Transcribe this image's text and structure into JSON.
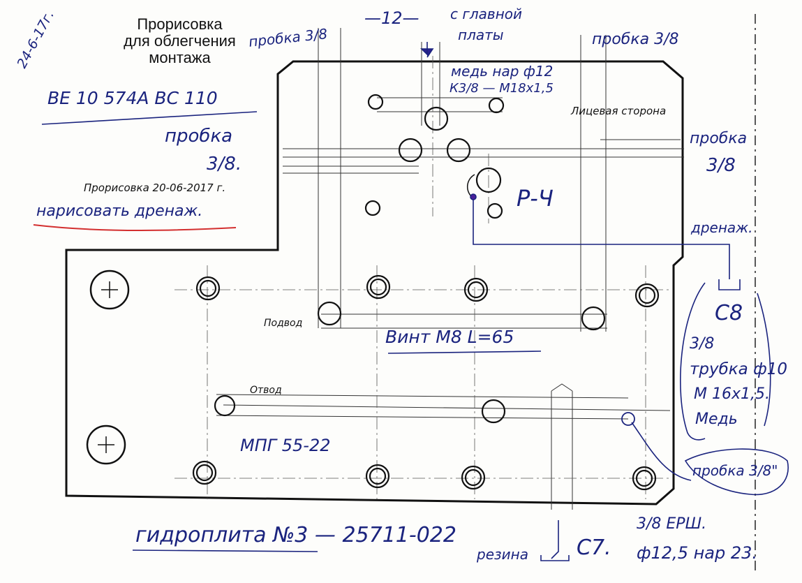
{
  "title_lines": [
    "Прорисовка",
    "для облегчения",
    "монтажа"
  ],
  "date_vertical": "24-6-17г.",
  "part_code": "ВЕ 10 574А ВС 110",
  "plug_left_top": "пробка 3/8",
  "plug_left_mid_1": "пробка",
  "plug_left_mid_2": "3/8.",
  "drawing_date": "Прорисовка 20-06-2017 г.",
  "draw_drain_note": "нарисовать дренаж.",
  "dim_12": "—12—",
  "from_main_plate_1": "с главной",
  "from_main_plate_2": "платы",
  "plug_right_top": "пробка 3/8",
  "copper_note_1": "медь нар ф12",
  "copper_note_2": "К3/8 — М18х1,5",
  "face_side": "Лицевая сторона",
  "plug_right_mid_1": "пробка",
  "plug_right_mid_2": "3/8",
  "port_p4": "Р-Ч",
  "drain_label": "дренаж.",
  "c8_label": "С8",
  "c8_size": "3/8",
  "tube_note_1": "трубка ф10",
  "tube_note_2": "М 16х1,5.",
  "tube_note_3": "Медь",
  "inlet_label": "Подвод",
  "outlet_label": "Отвод",
  "screw_note": "Винт М8 L=65",
  "mpg_label": "МПГ 55-22",
  "plug_bottom_right": "пробка 3/8\"",
  "bottom_title": "гидроплита №3 — 25711-022",
  "rubber_label": "резина",
  "c7_label": "С7.",
  "c7_note_1": "3/8 ЕРШ.",
  "c7_note_2": "ф12,5 нар 23.",
  "colors": {
    "ink_blue": "#1a237e",
    "ink_red": "#d32f2f",
    "cad_black": "#111111"
  }
}
